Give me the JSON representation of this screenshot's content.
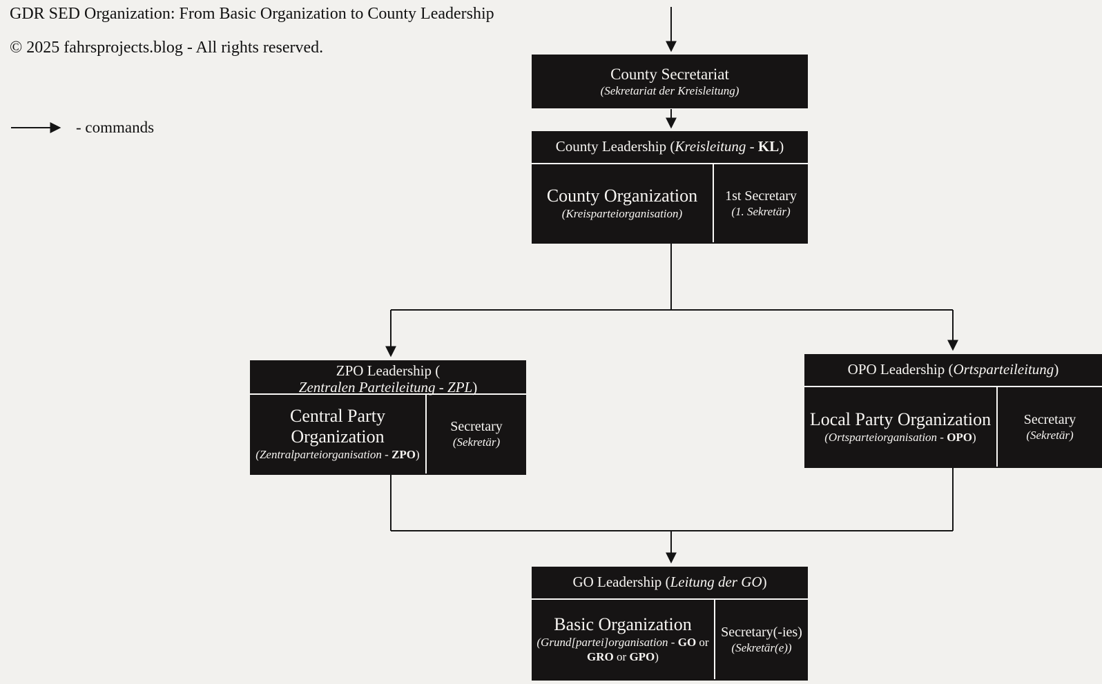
{
  "page": {
    "title": "GDR SED Organization: From Basic Organization to County Leadership",
    "copyright": "© 2025 fahrsprojects.blog - All rights reserved.",
    "legend_label": "- commands"
  },
  "colors": {
    "background": "#f2f1ee",
    "box": "#161414",
    "box_text": "#f7f5f2",
    "separator": "#fbfaf8",
    "line": "#141414",
    "page_text": "#111111"
  },
  "nodes": {
    "county_secretariat": {
      "title": "County Secretariat",
      "subtitle": "(Sekretariat der Kreisleitung)"
    },
    "county_leadership": {
      "header": [
        "County Leadership (",
        "Kreisleitung",
        " - ",
        "KL",
        ")"
      ],
      "org_title": "County Organization",
      "org_subtitle": "(Kreisparteiorganisation)",
      "sec_title": "1st Secretary",
      "sec_subtitle": "(1. Sekretär)"
    },
    "zpo_leadership": {
      "header": [
        "ZPO Leadership (",
        "Zentralen Parteileitung - ZPL",
        ")"
      ],
      "org_title": "Central Party Organization",
      "org_subtitle": [
        "(Zentralparteiorganisation - ",
        "ZPO",
        ")"
      ],
      "sec_title": "Secretary",
      "sec_subtitle": "(Sekretär)"
    },
    "opo_leadership": {
      "header": [
        "OPO Leadership (",
        "Ortsparteileitung",
        ")"
      ],
      "org_title": "Local Party Organization",
      "org_subtitle": [
        "(Ortsparteiorganisation - ",
        "OPO",
        ")"
      ],
      "sec_title": "Secretary",
      "sec_subtitle": "(Sekretär)"
    },
    "go_leadership": {
      "header": [
        "GO Leadership (",
        "Leitung der GO",
        ")"
      ],
      "org_title": "Basic Organization",
      "org_subtitle": [
        "(Grund[partei]organisation - ",
        "GO",
        " or ",
        "GRO",
        " or ",
        "GPO",
        ")"
      ],
      "sec_title": "Secretary(-ies)",
      "sec_subtitle": "(Sekretär(e))"
    }
  }
}
